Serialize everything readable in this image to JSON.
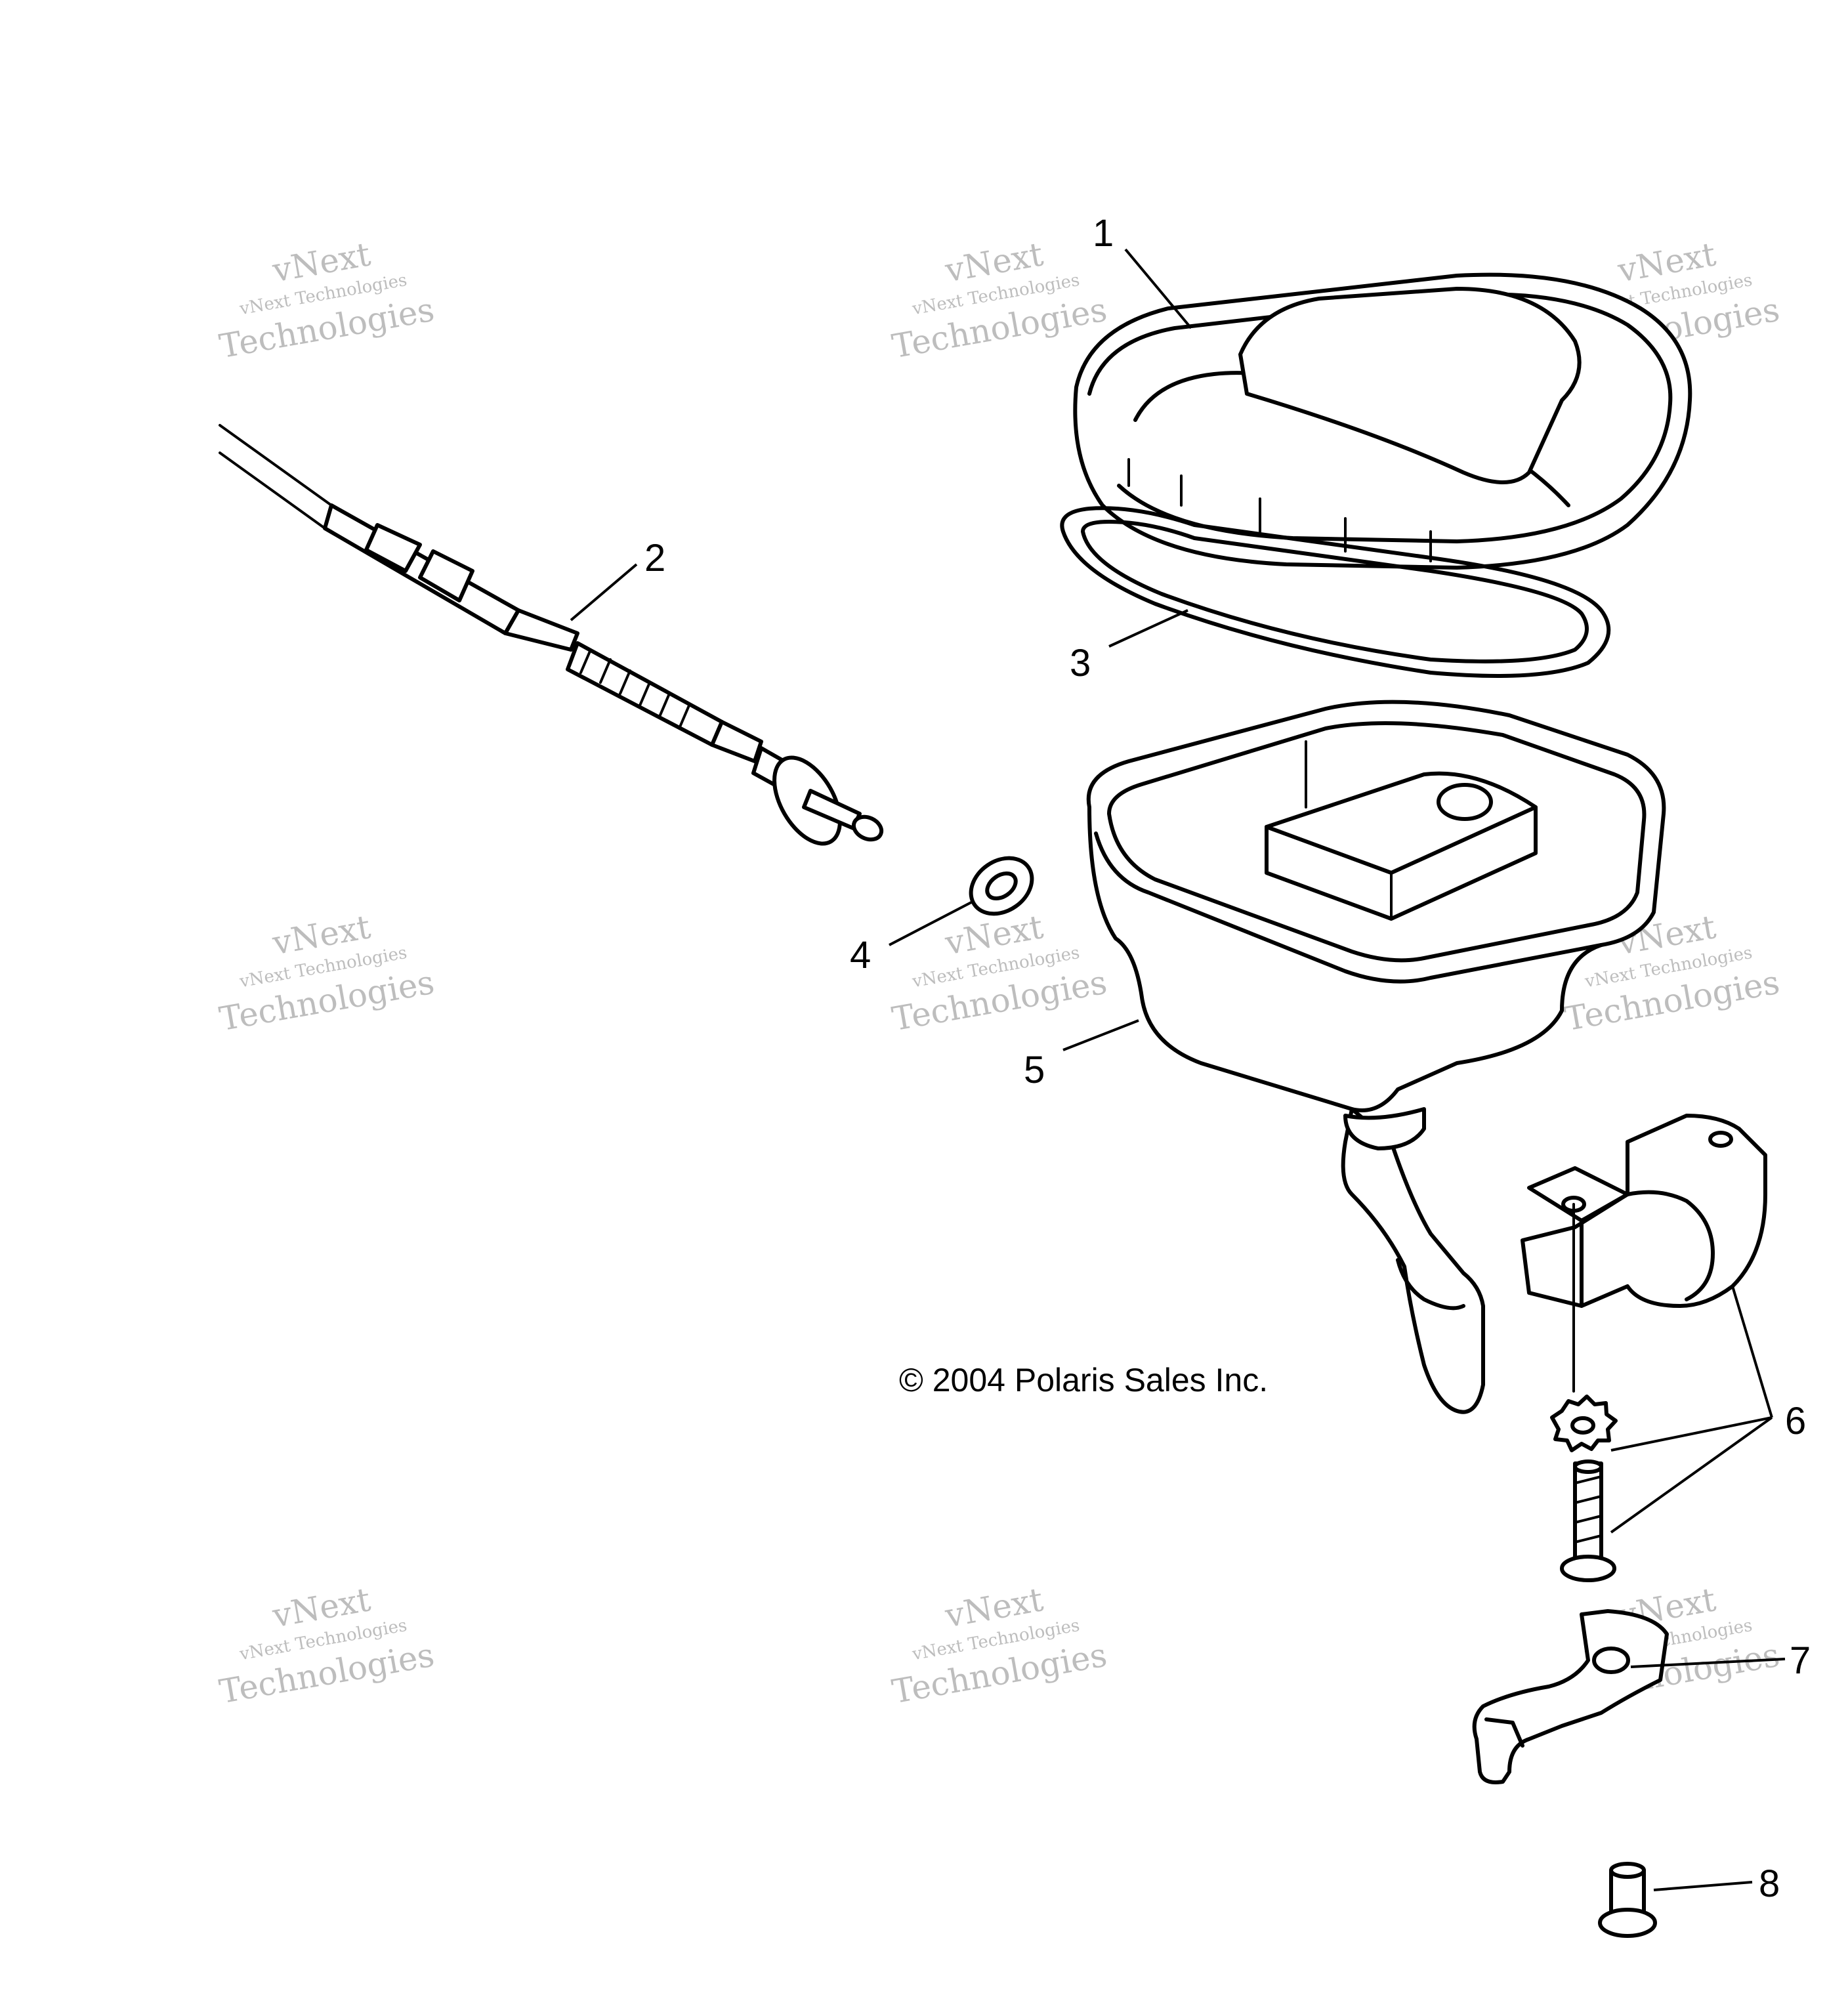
{
  "callouts": [
    "1",
    "2",
    "3",
    "4",
    "5",
    "6",
    "7",
    "8"
  ],
  "copyright": "© 2004 Polaris Sales Inc.",
  "watermark": {
    "brand": "vNext",
    "line": "vNext Technologies",
    "big": "Technologies"
  }
}
